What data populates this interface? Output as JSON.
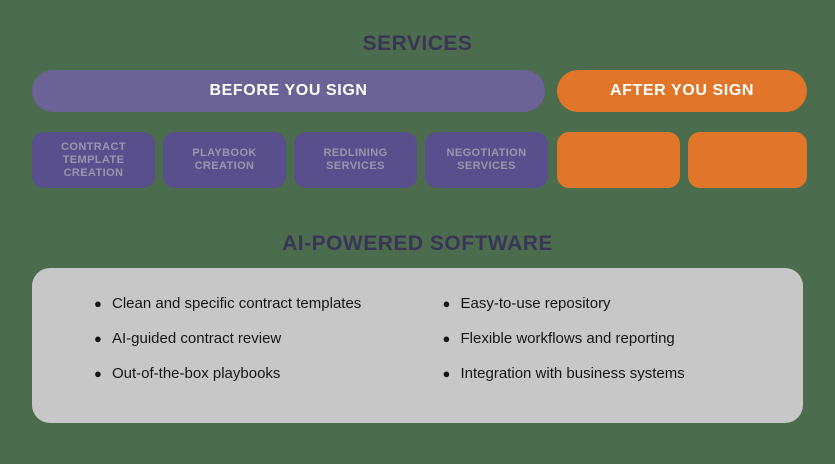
{
  "sections": {
    "services_title": "SERVICES",
    "software_title": "AI-POWERED SOFTWARE"
  },
  "categories": [
    {
      "label": "BEFORE YOU SIGN",
      "color": "#6b6295"
    },
    {
      "label": "AFTER YOU SIGN",
      "color": "#e1762a"
    }
  ],
  "service_pills": [
    {
      "label": "CONTRACT TEMPLATE CREATION",
      "color": "#584f8c",
      "text_color": "#9b96ae"
    },
    {
      "label": "PLAYBOOK CREATION",
      "color": "#584f8c",
      "text_color": "#9b96ae"
    },
    {
      "label": "REDLINING SERVICES",
      "color": "#584f8c",
      "text_color": "#9b96ae"
    },
    {
      "label": "NEGOTIATION SERVICES",
      "color": "#584f8c",
      "text_color": "#9b96ae"
    },
    {
      "label": "",
      "color": "#e1762a",
      "text_color": "#e1762a"
    },
    {
      "label": "",
      "color": "#e1762a",
      "text_color": "#e1762a"
    }
  ],
  "features": {
    "left": [
      "Clean and specific contract templates",
      "AI-guided contract review",
      "Out-of-the-box playbooks"
    ],
    "right": [
      "Easy-to-use repository",
      "Flexible workflows and reporting",
      "Integration with business systems"
    ],
    "bullet_glyph": "●",
    "panel_color": "#c7c7c7"
  },
  "theme": {
    "background": "#4c6c4e",
    "heading_color": "#3a3557",
    "accent_purple": "#6b6295",
    "accent_orange": "#e1762a"
  }
}
